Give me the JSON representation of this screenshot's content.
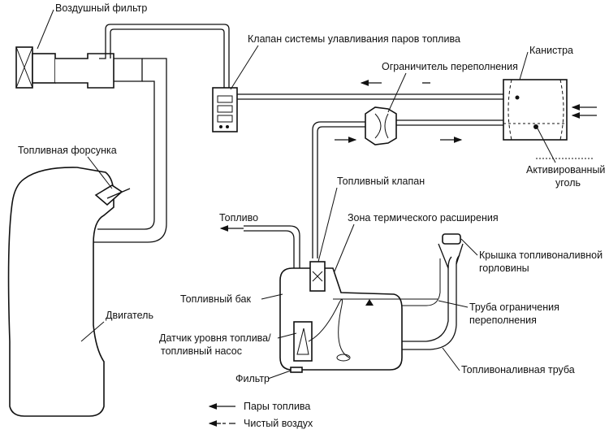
{
  "labels": {
    "air_filter": "Воздушный фильтр",
    "vapor_valve": "Клапан системы улавливания паров топлива",
    "canister": "Канистра",
    "rollover_valve": "Ограничитель переполнения",
    "injector": "Топливная форсунка",
    "activated_carbon_1": "Активированный",
    "activated_carbon_2": "уголь",
    "fuel_valve": "Топливный клапан",
    "fuel": "Топливо",
    "thermal_zone": "Зона термического расширения",
    "filler_cap_1": "Крышка топливоналивной",
    "filler_cap_2": "горловины",
    "fuel_tank": "Топливный бак",
    "engine": "Двигатель",
    "overflow_pipe_1": "Труба ограничения",
    "overflow_pipe_2": "переполнения",
    "level_sensor_1": "Датчик уровня топлива/",
    "level_sensor_2": "топливный насос",
    "filler_pipe": "Топливоналивная труба",
    "filter": "Фильтр"
  },
  "legend": {
    "vapors": "Пары топлива",
    "clean_air": "Чистый воздух"
  }
}
